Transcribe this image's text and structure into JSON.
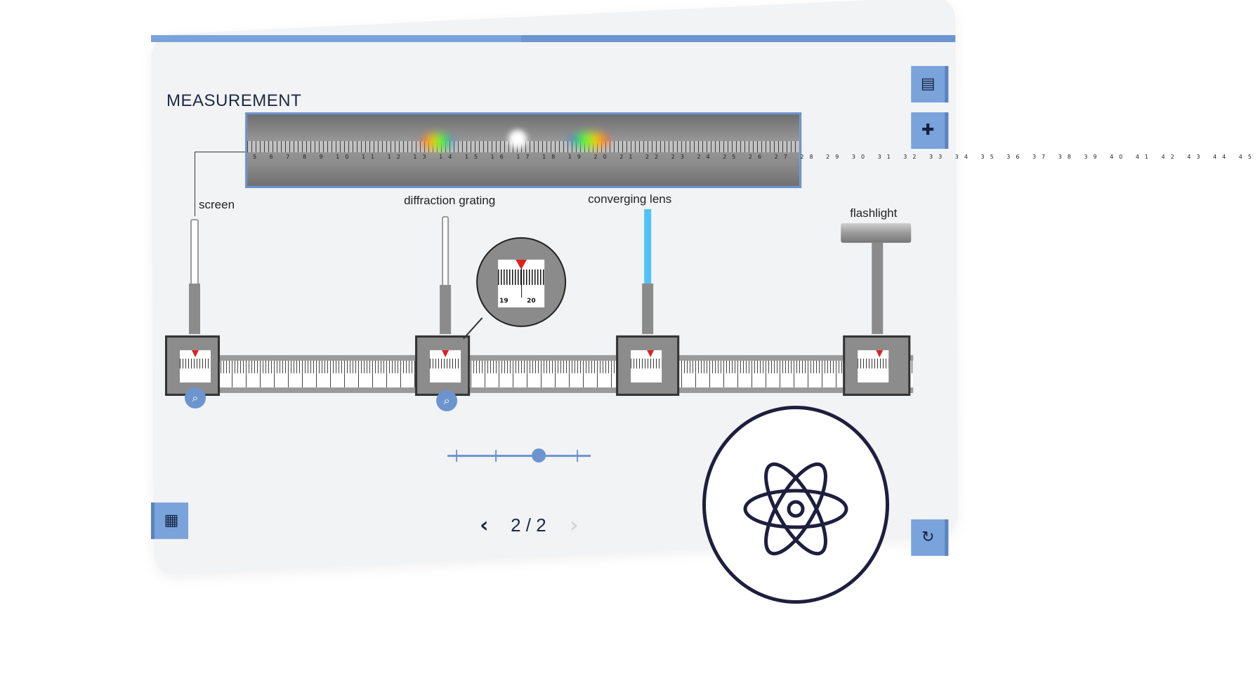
{
  "title": "MEASUREMENT",
  "photo": {
    "scale_numbers": "5 6 7 8 9 10 11 12 13 14 15 16 17 18 19 20 21 22 23 24 25 26 27 28 29 30 31 32 33 34 35 36 37 38 39 40 41 42 43 44 45"
  },
  "components": {
    "screen": "screen",
    "grating": "diffraction grating",
    "lens": "converging lens",
    "flashlight": "flashlight"
  },
  "magnifier": {
    "left_num": "19",
    "right_num": "20"
  },
  "slider": {
    "ticks": 4,
    "value_index": 2
  },
  "pager": {
    "text": "2 / 2",
    "prev": "‹",
    "next": "›"
  },
  "icons": {
    "comment": "comment-icon",
    "add_doc": "add-document-icon",
    "doc": "document-icon",
    "reload": "reload-icon",
    "zoom": "zoom-in-icon",
    "atom": "atom-icon"
  },
  "colors": {
    "accent": "#6c95cf",
    "marker": "#e02020",
    "lens": "#4fc3f7"
  }
}
